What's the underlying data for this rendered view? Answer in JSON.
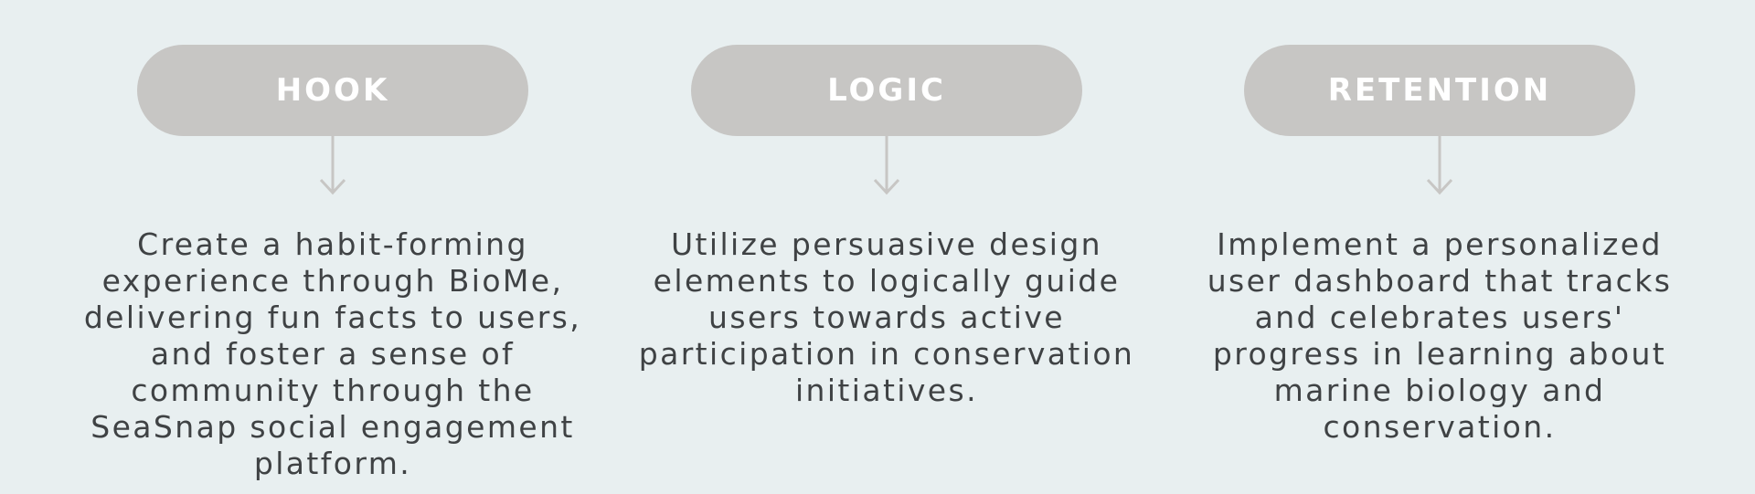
{
  "colors": {
    "background": "#e8eff0",
    "pill": "#c7c6c4",
    "pill_text": "#ffffff",
    "arrow": "#c7c6c4",
    "body_text": "#3f4244"
  },
  "columns": [
    {
      "title": "HOOK",
      "description": "Create a habit-forming experience through BioMe, delivering fun facts to users, and foster a sense of community through the SeaSnap social engagement platform."
    },
    {
      "title": "LOGIC",
      "description": "Utilize persuasive design elements to logically guide users towards active participation in conservation initiatives."
    },
    {
      "title": "RETENTION",
      "description": "Implement a personalized user dashboard that tracks and celebrates users' progress in learning about marine biology and conservation."
    }
  ]
}
